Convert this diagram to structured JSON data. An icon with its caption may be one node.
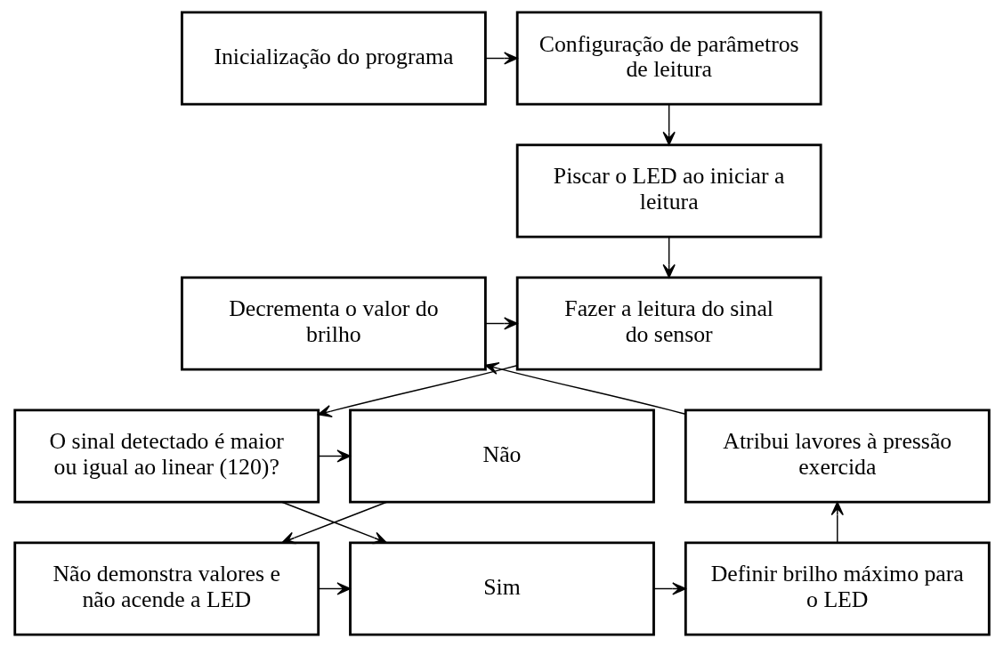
{
  "diagram": {
    "nodes": [
      {
        "text": [
          "Inicialização do programa"
        ]
      },
      {
        "text": [
          "Configuração de parâmetros de leitura"
        ]
      },
      {
        "text": [
          "Piscar o LED ao iniciar a leitura"
        ]
      },
      {
        "text": [
          "Fazer a leitura do sinal do sensor"
        ]
      },
      {
        "text": [
          "Decrementa o valor do brilho"
        ]
      },
      {
        "text": [
          "Não"
        ]
      },
      {
        "text": [
          "O sinal detectado é maior ou igual ao linear (120)?"
        ]
      },
      {
        "text": [
          "Atribui lavores à pressão exercida"
        ]
      },
      {
        "text": [
          "Não demonstra valores e não acende a LED"
        ]
      },
      {
        "text": [
          "Sim"
        ]
      },
      {
        "text": [
          "Definir brilho máximo para o LED"
        ]
      }
    ],
    "edges": [
      {
        "from": 0,
        "to": 1,
        "arrow": "to"
      },
      {
        "from": 1,
        "to": 2,
        "arrow": "to"
      },
      {
        "from": 2,
        "to": 3,
        "arrow": "to"
      },
      {
        "from": 3,
        "to": 6,
        "arrow": "to"
      },
      {
        "from": 6,
        "to": 5,
        "arrow": "to"
      },
      {
        "from": 6,
        "to": 9,
        "arrow": "to"
      },
      {
        "from": 5,
        "to": 8,
        "arrow": "to"
      },
      {
        "from": 8,
        "to": 9,
        "arrow": "to"
      },
      {
        "from": 9,
        "to": 10,
        "arrow": "to"
      },
      {
        "from": 10,
        "to": 7,
        "arrow": "to"
      },
      {
        "from": 7,
        "to": 4,
        "arrow": "to"
      },
      {
        "from": 4,
        "to": 3,
        "arrow": "to"
      }
    ]
  }
}
